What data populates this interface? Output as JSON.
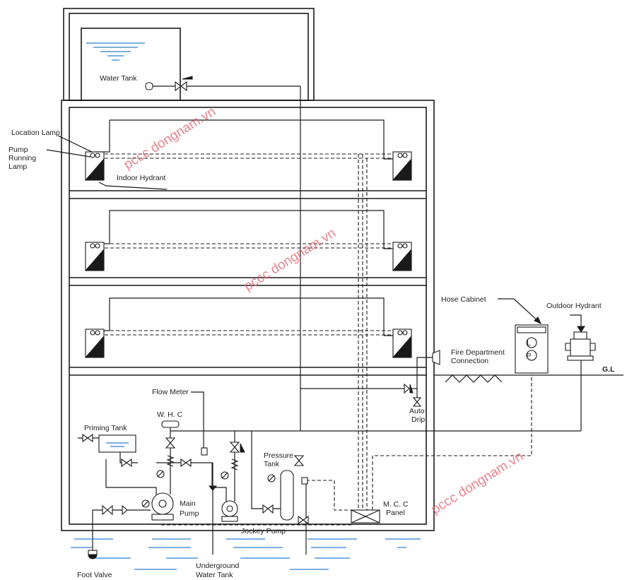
{
  "labels": {
    "water_tank": "Water Tank",
    "location_lamp": "Location Lamp",
    "pump_running_lamp": [
      "Pump",
      "Running",
      "Lamp"
    ],
    "indoor_hydrant": "Indoor Hydrant",
    "hose_cabinet": "Hose Cabinet",
    "outdoor_hydrant": "Outdoor Hydrant",
    "fire_dept_connection": [
      "Fire Department",
      "Connection"
    ],
    "gl": "G.L",
    "auto_drip": [
      "Auto",
      "Drip"
    ],
    "flow_meter": "Flow Meter",
    "whc": "W. H. C",
    "priming_tank": "Priming Tank",
    "pressure_tank": [
      "Pressure",
      "Tank"
    ],
    "main_pump": [
      "Main",
      "Pump"
    ],
    "mcc_panel": [
      "M. C. C",
      "Panel"
    ],
    "jockey_pump": "Jockey Pump",
    "foot_valve": "Foot Valve",
    "underground_water_tank": [
      "Underground",
      "Water Tank"
    ]
  },
  "cabinet_letters": [
    "L",
    "P"
  ],
  "watermark": "pccc dongnam.vn",
  "colors": {
    "water": "#2a7fd4",
    "watermark": "#e35a6a",
    "line": "#1a1a1a"
  }
}
